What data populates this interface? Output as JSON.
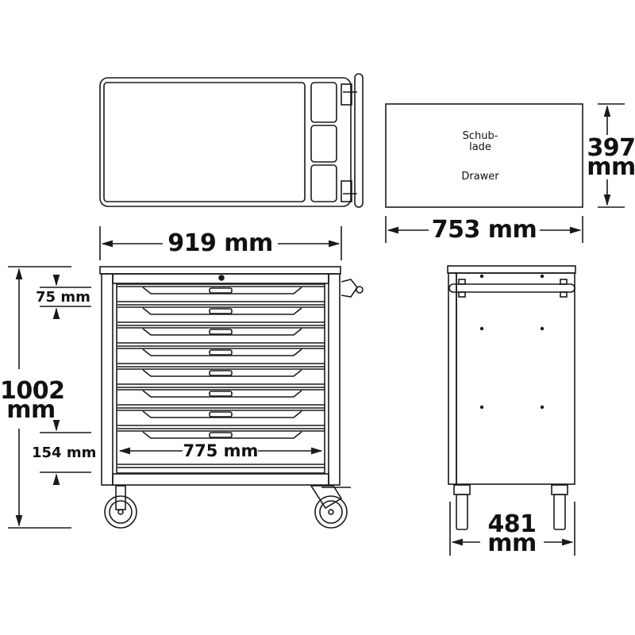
{
  "diagram": {
    "type": "technical-dimension-drawing",
    "subject": "tool trolley with 8 drawers",
    "colors": {
      "line": "#1a1a1a",
      "background": "#ffffff"
    },
    "views": {
      "top_view": {
        "name": "top view"
      },
      "drawer_inner": {
        "label_de_line1": "Schub-",
        "label_de_line2": "lade",
        "label_en": "Drawer",
        "width_label": "753 mm",
        "depth_label_value": "397",
        "depth_label_unit": "mm"
      },
      "front_view": {
        "width_label": "919 mm",
        "height_label_value": "1002",
        "height_label_unit": "mm",
        "drawer_height_small": "75 mm",
        "drawer_height_large": "154 mm",
        "drawer_inner_width": "775 mm",
        "drawer_count": 8
      },
      "side_view": {
        "depth_label_value": "481",
        "depth_label_unit": "mm"
      }
    }
  }
}
